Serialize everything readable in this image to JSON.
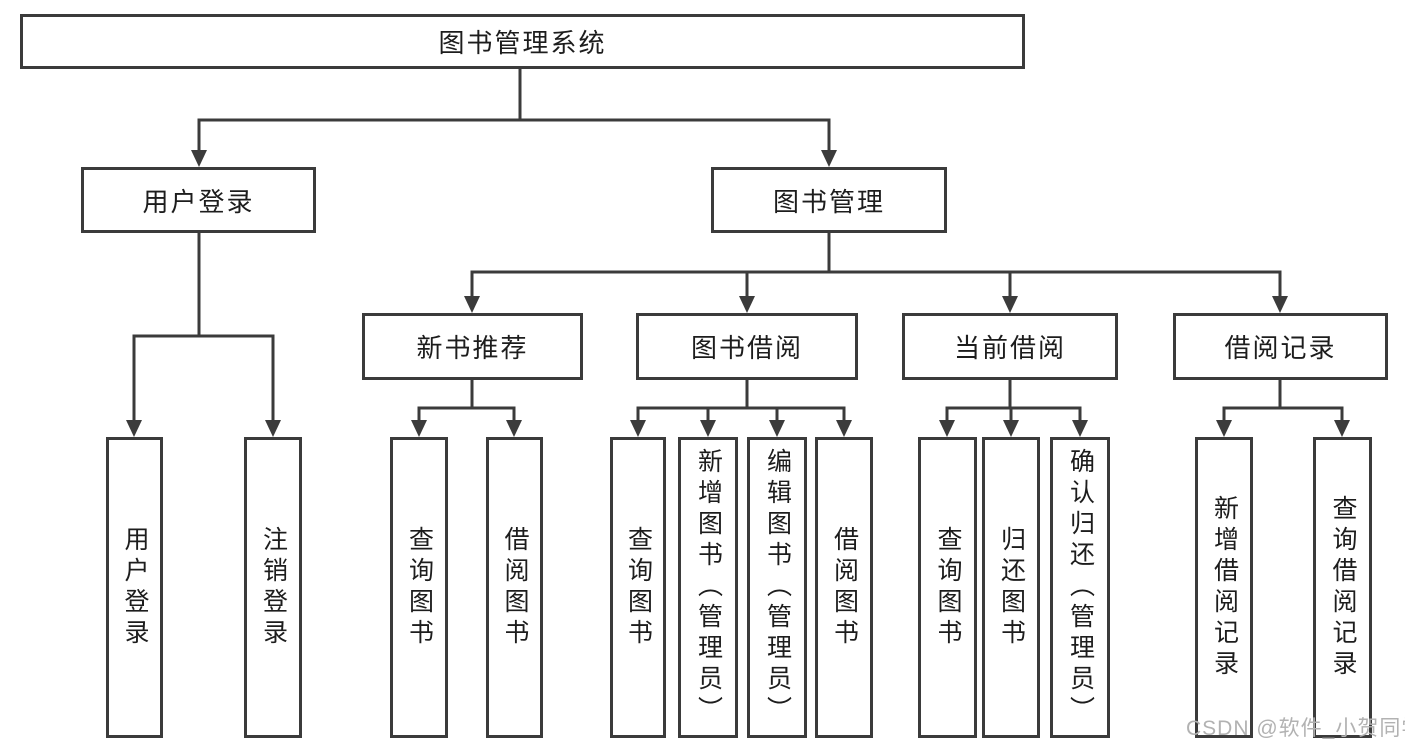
{
  "colors": {
    "line": "#3b3b3b",
    "text": "#1d1d1d",
    "watermark": "#b2b2b2",
    "background": "#ffffff"
  },
  "watermark": {
    "text": "CSDN @软件_小贺同学"
  },
  "diagram": {
    "root": {
      "label": "图书管理系统"
    },
    "level2": [
      {
        "label": "用户登录"
      },
      {
        "label": "图书管理"
      }
    ],
    "level3": [
      {
        "label": "新书推荐"
      },
      {
        "label": "图书借阅"
      },
      {
        "label": "当前借阅"
      },
      {
        "label": "借阅记录"
      }
    ],
    "leaves": {
      "login": [
        {
          "label": "用户登录"
        },
        {
          "label": "注销登录"
        }
      ],
      "newbook": [
        {
          "label": "查询图书"
        },
        {
          "label": "借阅图书"
        }
      ],
      "borrow": [
        {
          "label": "查询图书"
        },
        {
          "label": "新增图书（管理员）"
        },
        {
          "label": "编辑图书（管理员）"
        },
        {
          "label": "借阅图书"
        }
      ],
      "current": [
        {
          "label": "查询图书"
        },
        {
          "label": "归还图书"
        },
        {
          "label": "确认归还（管理员）"
        }
      ],
      "records": [
        {
          "label": "新增借阅记录"
        },
        {
          "label": "查询借阅记录"
        }
      ]
    }
  }
}
